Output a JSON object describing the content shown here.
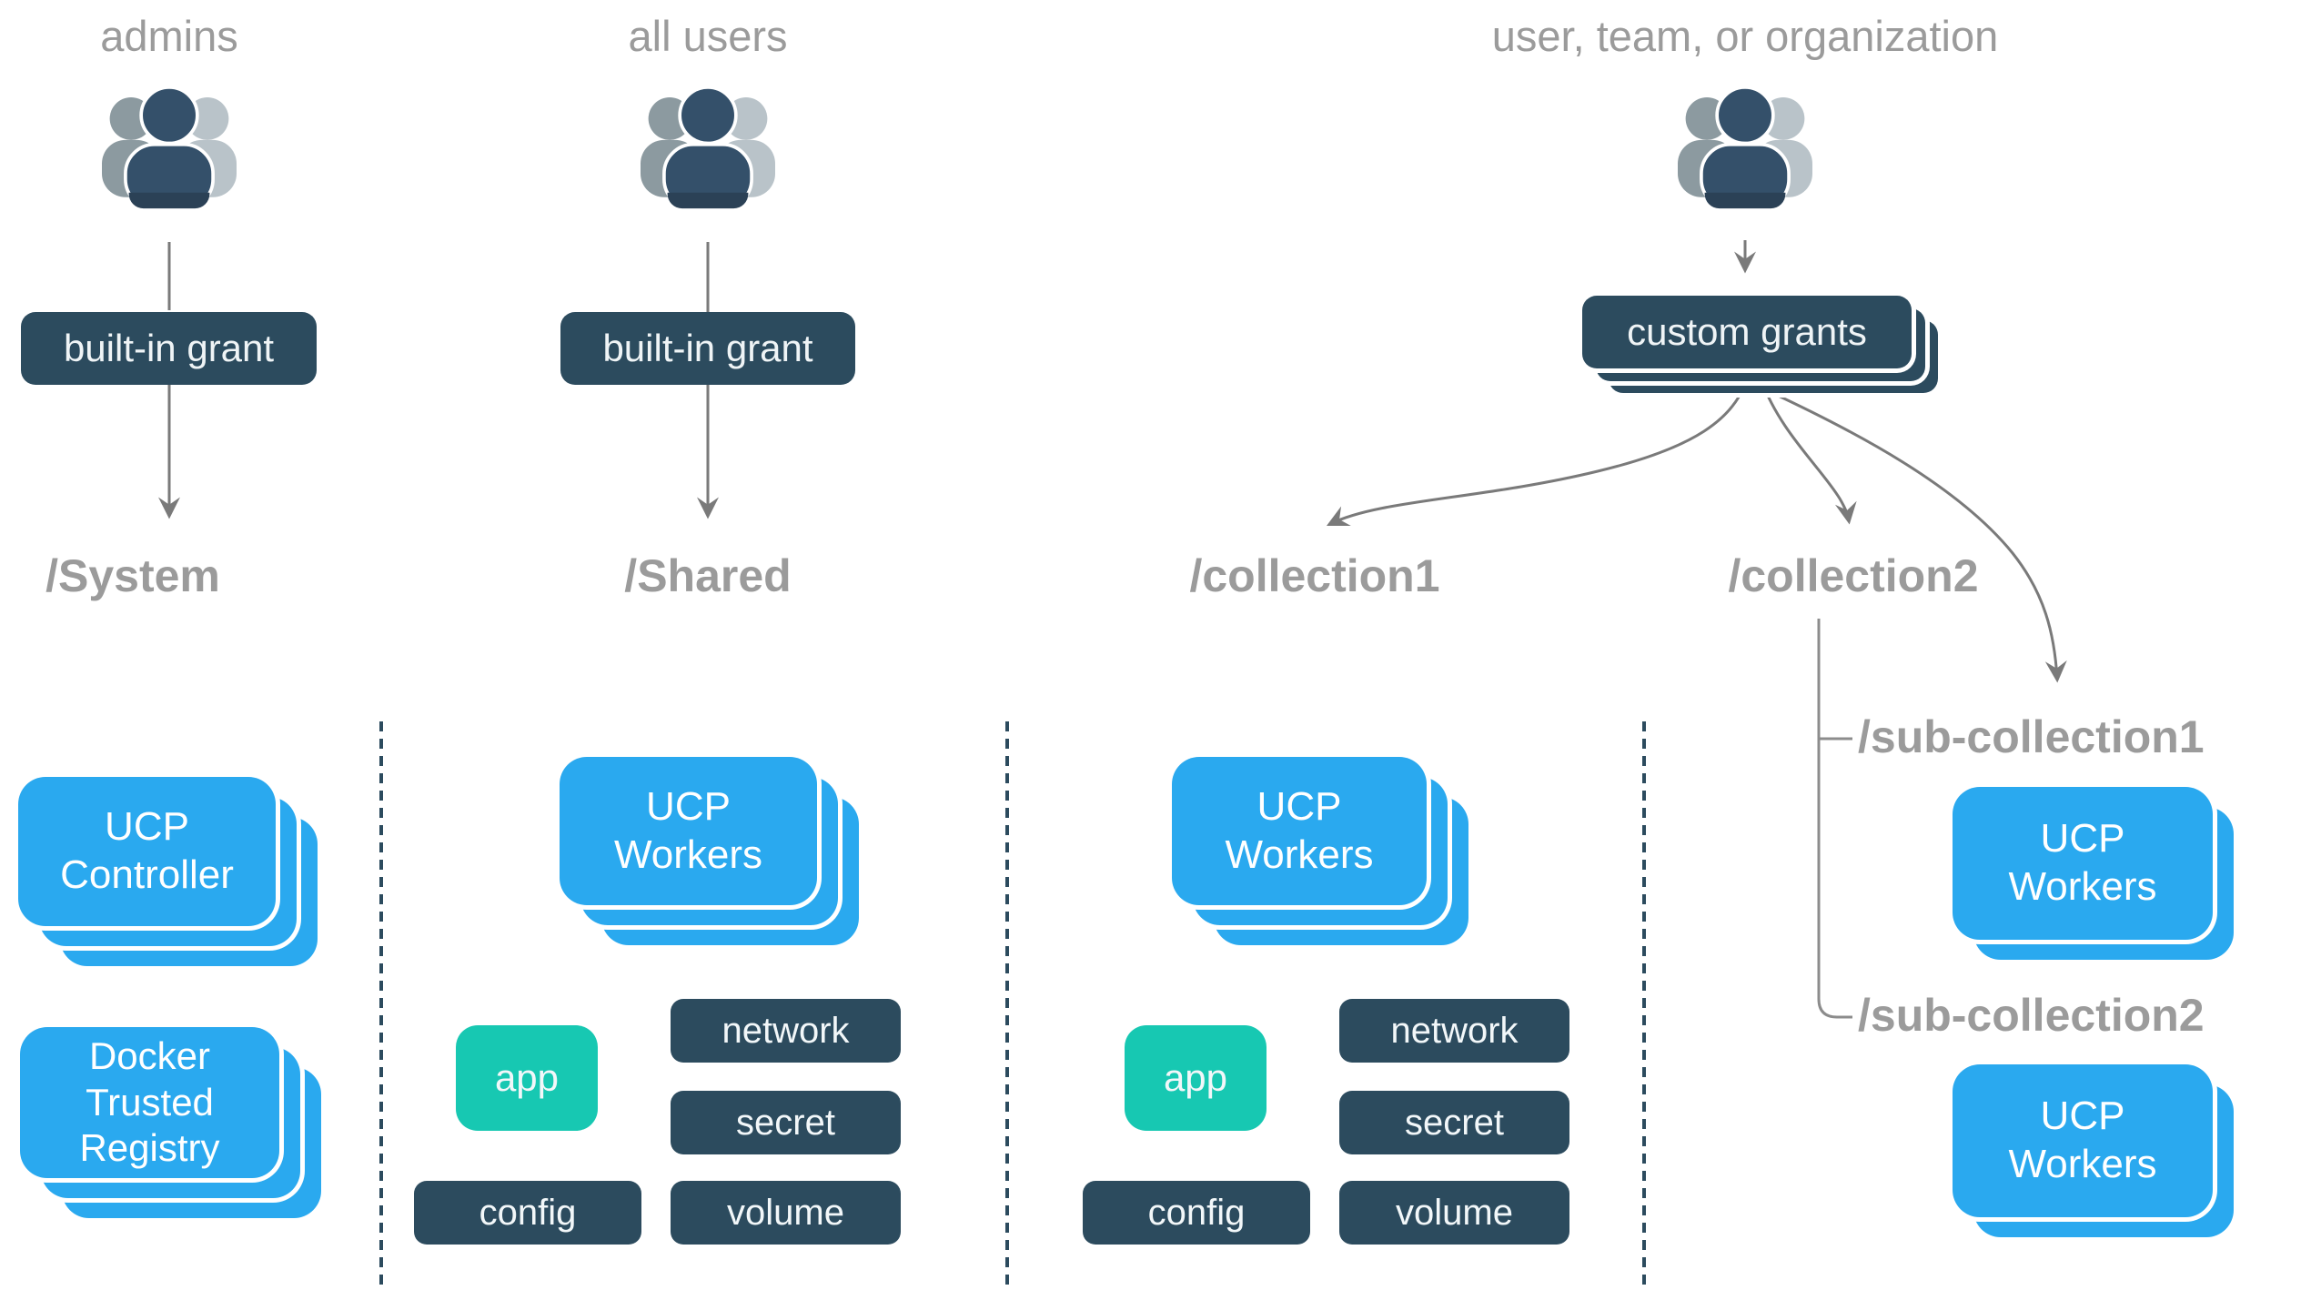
{
  "palette": {
    "navy": "#2C4B5E",
    "blue": "#2AA9EF",
    "teal": "#17C8B2",
    "label_gray": "#9B9B9B",
    "arrow_gray": "#7A7A7A",
    "background": "#FFFFFF"
  },
  "headers": {
    "admins": "admins",
    "all_users": "all users",
    "org": "user, team, or organization"
  },
  "grants": {
    "admins": "built-in grant",
    "all_users": "built-in grant",
    "org": "custom grants"
  },
  "paths": {
    "system": "/System",
    "shared": "/Shared",
    "collection1": "/collection1",
    "collection2": "/collection2",
    "sub_collection1": "/sub-collection1",
    "sub_collection2": "/sub-collection2"
  },
  "nodes": {
    "system": {
      "controller": "UCP Controller",
      "registry": "Docker Trusted Registry"
    },
    "shared": {
      "workers": "UCP Workers",
      "app": "app",
      "network": "network",
      "secret": "secret",
      "config": "config",
      "volume": "volume"
    },
    "collection1": {
      "workers": "UCP Workers",
      "app": "app",
      "network": "network",
      "secret": "secret",
      "config": "config",
      "volume": "volume"
    },
    "sub_collection1": {
      "workers": "UCP Workers"
    },
    "sub_collection2": {
      "workers": "UCP Workers"
    }
  },
  "icons": {
    "admins": "people-group-icon",
    "all_users": "people-group-icon",
    "org": "people-group-icon"
  }
}
